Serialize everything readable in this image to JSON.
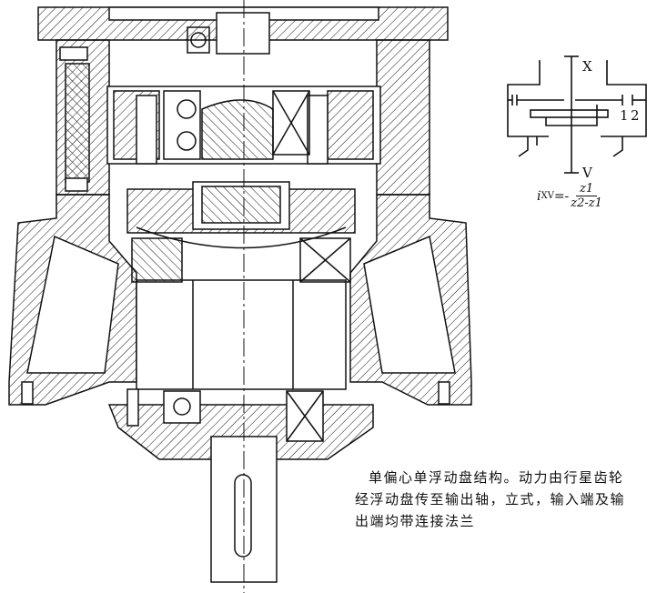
{
  "schematic": {
    "input_label": "X",
    "output_label": "V",
    "gear_labels": [
      "1",
      "2"
    ],
    "formula": {
      "lhs": "i",
      "lhs_sub": "XV",
      "eq": "=-",
      "numerator": "z1",
      "denominator": "z2-z1"
    }
  },
  "caption": {
    "lines": [
      "单偏心单浮动盘结构。动力由行星齿轮",
      "经浮动盘传至输出轴，立式，输入端及输",
      "出端均带连接法兰"
    ]
  }
}
